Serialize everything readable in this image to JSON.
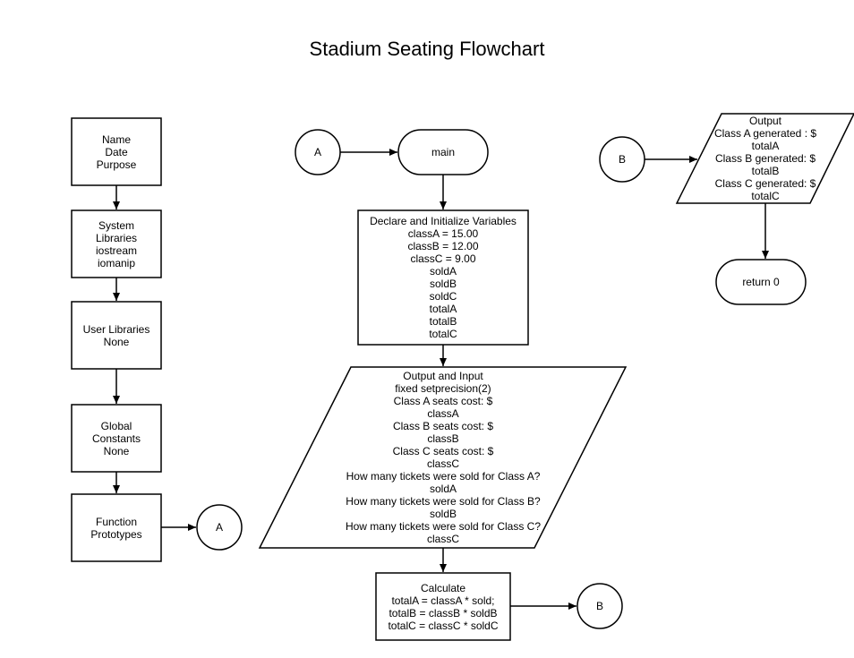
{
  "title": "Stadium Seating Flowchart",
  "left_column": {
    "header_block": [
      "Name",
      "Date",
      "Purpose"
    ],
    "system_libraries": [
      "System",
      "Libraries",
      "iostream",
      "iomanip"
    ],
    "user_libraries": [
      "User Libraries",
      "None"
    ],
    "global_constants": [
      "Global",
      "Constants",
      "None"
    ],
    "function_prototypes": [
      "Function",
      "Prototypes"
    ],
    "connector_a": "A"
  },
  "middle_column": {
    "connector_a": "A",
    "main_terminal": "main",
    "declare_block": [
      "Declare and Initialize Variables",
      "classA = 15.00",
      "classB = 12.00",
      "classC = 9.00",
      "soldA",
      "soldB",
      "soldC",
      "totalA",
      "totalB",
      "totalC"
    ],
    "io_block": [
      "Output and Input",
      "fixed setprecision(2)",
      "Class A seats cost: $",
      "classA",
      "Class B seats cost: $",
      "classB",
      "Class C seats cost: $",
      "classC",
      "How many tickets were sold for Class A?",
      "soldA",
      "How many tickets were sold for Class B?",
      "soldB",
      "How many tickets were sold for Class C?",
      "classC"
    ],
    "calculate_block": [
      "Calculate",
      "totalA = classA * sold;",
      "totalB = classB * soldB",
      "totalC = classC * soldC"
    ],
    "connector_b": "B"
  },
  "right_column": {
    "connector_b": "B",
    "output_block": [
      "Output",
      "Class A generated : $",
      "totalA",
      "Class B generated: $",
      "totalB",
      "Class C generated: $",
      "totalC"
    ],
    "return_terminal": "return 0"
  }
}
